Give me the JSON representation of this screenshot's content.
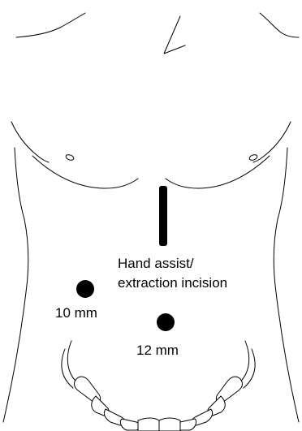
{
  "annotations": {
    "incision_label_line1": "Hand assist/",
    "incision_label_line2": "extraction incision",
    "port_10mm_label": "10 mm",
    "port_12mm_label": "12 mm"
  },
  "colors": {
    "line": "#000000",
    "fill_marker": "#000000",
    "background": "#ffffff"
  }
}
